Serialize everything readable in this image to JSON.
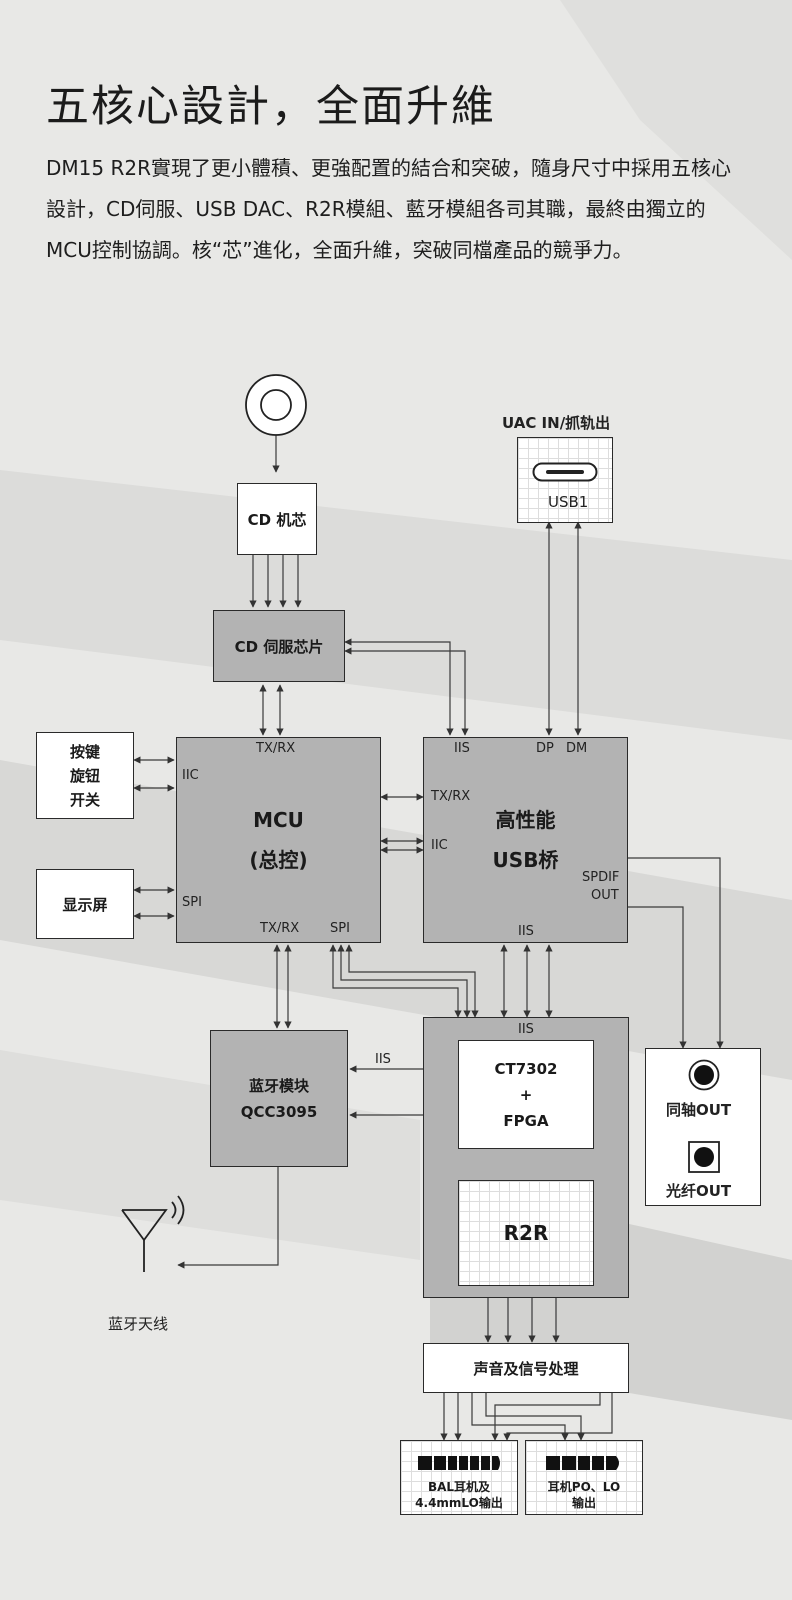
{
  "header": {
    "title": "五核心設計，全面升維",
    "paragraph": "DM15 R2R實現了更小體積、更強配置的結合和突破，隨身尺寸中採用五核心設計，CD伺服、USB DAC、R2R模組、藍牙模組各司其職，最終由獨立的MCU控制協調。核“芯”進化，全面升維，突破同檔產品的競爭力。"
  },
  "diagram": {
    "cd_mech": "CD 机芯",
    "cd_servo": "CD 伺服芯片",
    "keys": [
      "按键",
      "旋钮",
      "开关"
    ],
    "display": "显示屏",
    "mcu": {
      "line1": "MCU",
      "line2": "(总控)"
    },
    "usb_title": "UAC IN/抓轨出",
    "usb_port": "USB1",
    "usb_bridge": {
      "line1": "高性能",
      "line2": "USB桥"
    },
    "bt": {
      "line1": "蓝牙模块",
      "line2": "QCC3095"
    },
    "antenna": "蓝牙天线",
    "dac": {
      "line1": "CT7302",
      "line2": "+",
      "line3": "FPGA"
    },
    "r2r": "R2R",
    "outputs": {
      "coax": "同轴OUT",
      "optical": "光纤OUT"
    },
    "signal": "声音及信号处理",
    "bal": {
      "line1": "BAL耳机及",
      "line2": "4.4mmLO输出"
    },
    "po": {
      "line1": "耳机PO、LO",
      "line2": "输出"
    },
    "labels": {
      "txrx": "TX/RX",
      "iic": "IIC",
      "spi": "SPI",
      "iis": "IIS",
      "dp": "DP",
      "dm": "DM",
      "spdif": "SPDIF",
      "out": "OUT"
    }
  }
}
